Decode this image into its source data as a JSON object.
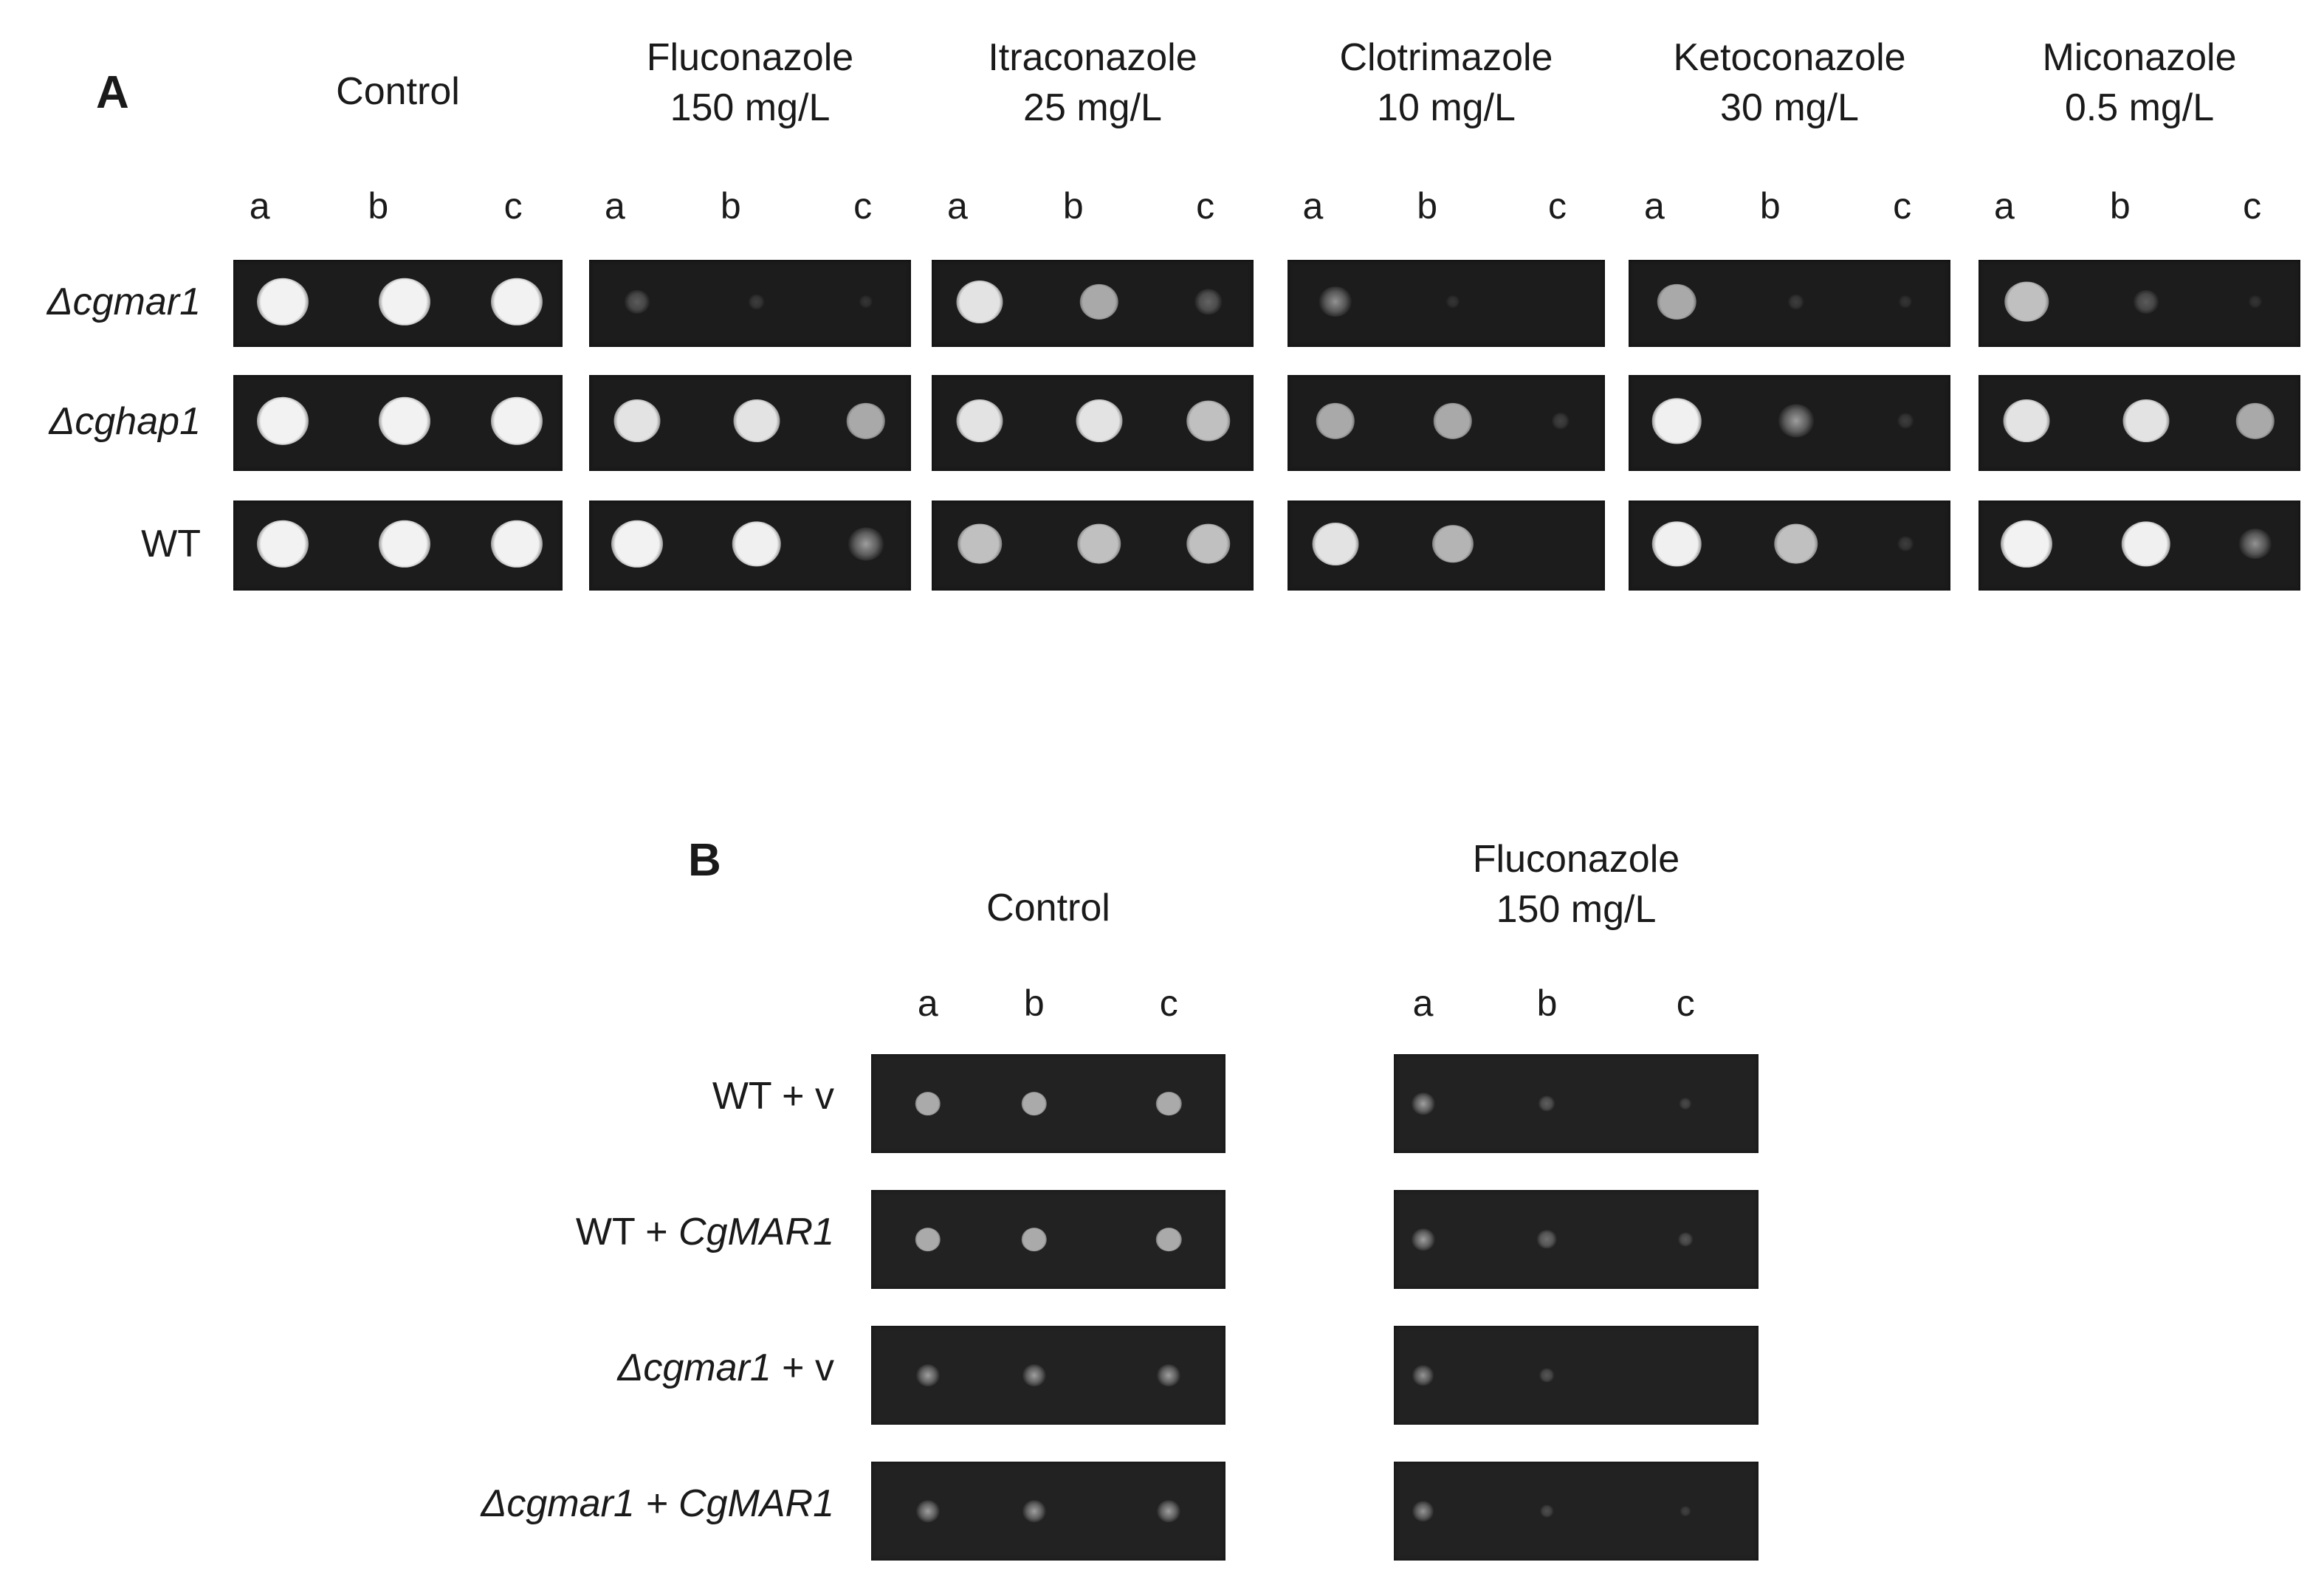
{
  "panel_a": {
    "label": "A",
    "dilution_labels": [
      "a",
      "b",
      "c"
    ],
    "strains": [
      "Δcgmar1",
      "Δcghap1",
      "WT"
    ],
    "strain_italic": [
      true,
      true,
      false
    ],
    "conditions": [
      {
        "line1": "Control",
        "line2": ""
      },
      {
        "line1": "Fluconazole",
        "line2": "150 mg/L"
      },
      {
        "line1": "Itraconazole",
        "line2": "25 mg/L"
      },
      {
        "line1": "Clotrimazole",
        "line2": "10 mg/L"
      },
      {
        "line1": "Ketoconazole",
        "line2": "30 mg/L"
      },
      {
        "line1": "Miconazole",
        "line2": "0.5 mg/L"
      }
    ],
    "growth": [
      [
        [
          3,
          3,
          3
        ],
        [
          1,
          0.3,
          0.1
        ],
        [
          2.6,
          2,
          1.2
        ],
        [
          1.6,
          0.1,
          0
        ],
        [
          2,
          0.3,
          0.1
        ],
        [
          2.4,
          1,
          0.1
        ]
      ],
      [
        [
          3,
          3,
          3
        ],
        [
          2.6,
          2.6,
          2
        ],
        [
          2.6,
          2.6,
          2.4
        ],
        [
          2,
          2,
          0.4
        ],
        [
          2.8,
          1.8,
          0.3
        ],
        [
          2.6,
          2.6,
          2
        ]
      ],
      [
        [
          3,
          3,
          3
        ],
        [
          3,
          2.8,
          1.8
        ],
        [
          2.4,
          2.4,
          2.4
        ],
        [
          2.6,
          2.2,
          0
        ],
        [
          2.8,
          2.4,
          0.3
        ],
        [
          3,
          2.8,
          1.6
        ]
      ]
    ]
  },
  "panel_b": {
    "label": "B",
    "dilution_labels": [
      "a",
      "b",
      "c"
    ],
    "conditions": [
      {
        "line1": "Control",
        "line2": ""
      },
      {
        "line1": "Fluconazole",
        "line2": "150 mg/L"
      }
    ],
    "strains": [
      {
        "part1": "WT + v",
        "part1_italic": false,
        "part2": "",
        "part2_italic": false
      },
      {
        "part1": "WT + ",
        "part1_italic": false,
        "part2": "CgMAR1",
        "part2_italic": true
      },
      {
        "part1": "Δcgmar1",
        "part1_italic": true,
        "part2": " + v",
        "part2_italic": false
      },
      {
        "part1": "Δcgmar1 + ",
        "part1_italic": true,
        "part2": "CgMAR1",
        "part2_italic": true
      }
    ],
    "growth": [
      [
        [
          2,
          2,
          2
        ],
        [
          1.8,
          1,
          0.5
        ]
      ],
      [
        [
          2,
          2,
          2
        ],
        [
          1.8,
          1.4,
          0.8
        ]
      ],
      [
        [
          1.8,
          1.8,
          1.8
        ],
        [
          1.6,
          0.8,
          0
        ]
      ],
      [
        [
          1.8,
          1.8,
          1.8
        ],
        [
          1.6,
          0.6,
          0.3
        ]
      ]
    ]
  }
}
